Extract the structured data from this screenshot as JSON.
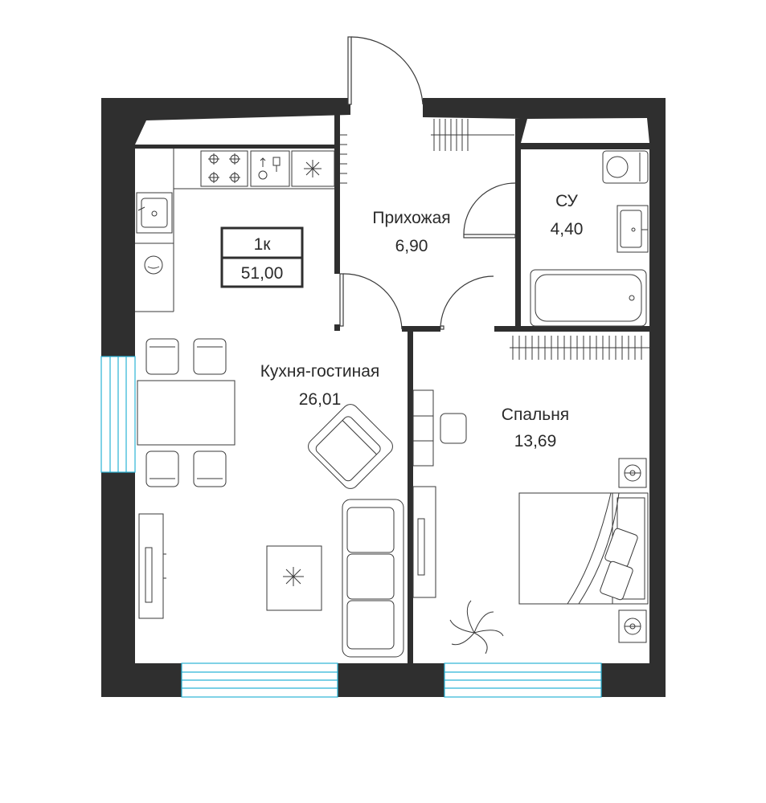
{
  "colors": {
    "wall": "#2f2f2f",
    "line": "#3a3a3a",
    "window": "#2bb3d6",
    "background": "#ffffff"
  },
  "badge": {
    "type": "1к",
    "total_area": "51,00"
  },
  "rooms": {
    "hallway": {
      "name": "Прихожая",
      "area": "6,90"
    },
    "bathroom": {
      "name": "СУ",
      "area": "4,40"
    },
    "kitchen_living": {
      "name": "Кухня-гостиная",
      "area": "26,01"
    },
    "bedroom": {
      "name": "Спальня",
      "area": "13,69"
    }
  },
  "icons": {
    "stove": "stove-icon",
    "sink": "sink-icon",
    "washer": "washing-machine-icon",
    "toilet": "toilet-icon",
    "bathtub": "bathtub-icon",
    "plant": "plant-icon"
  }
}
